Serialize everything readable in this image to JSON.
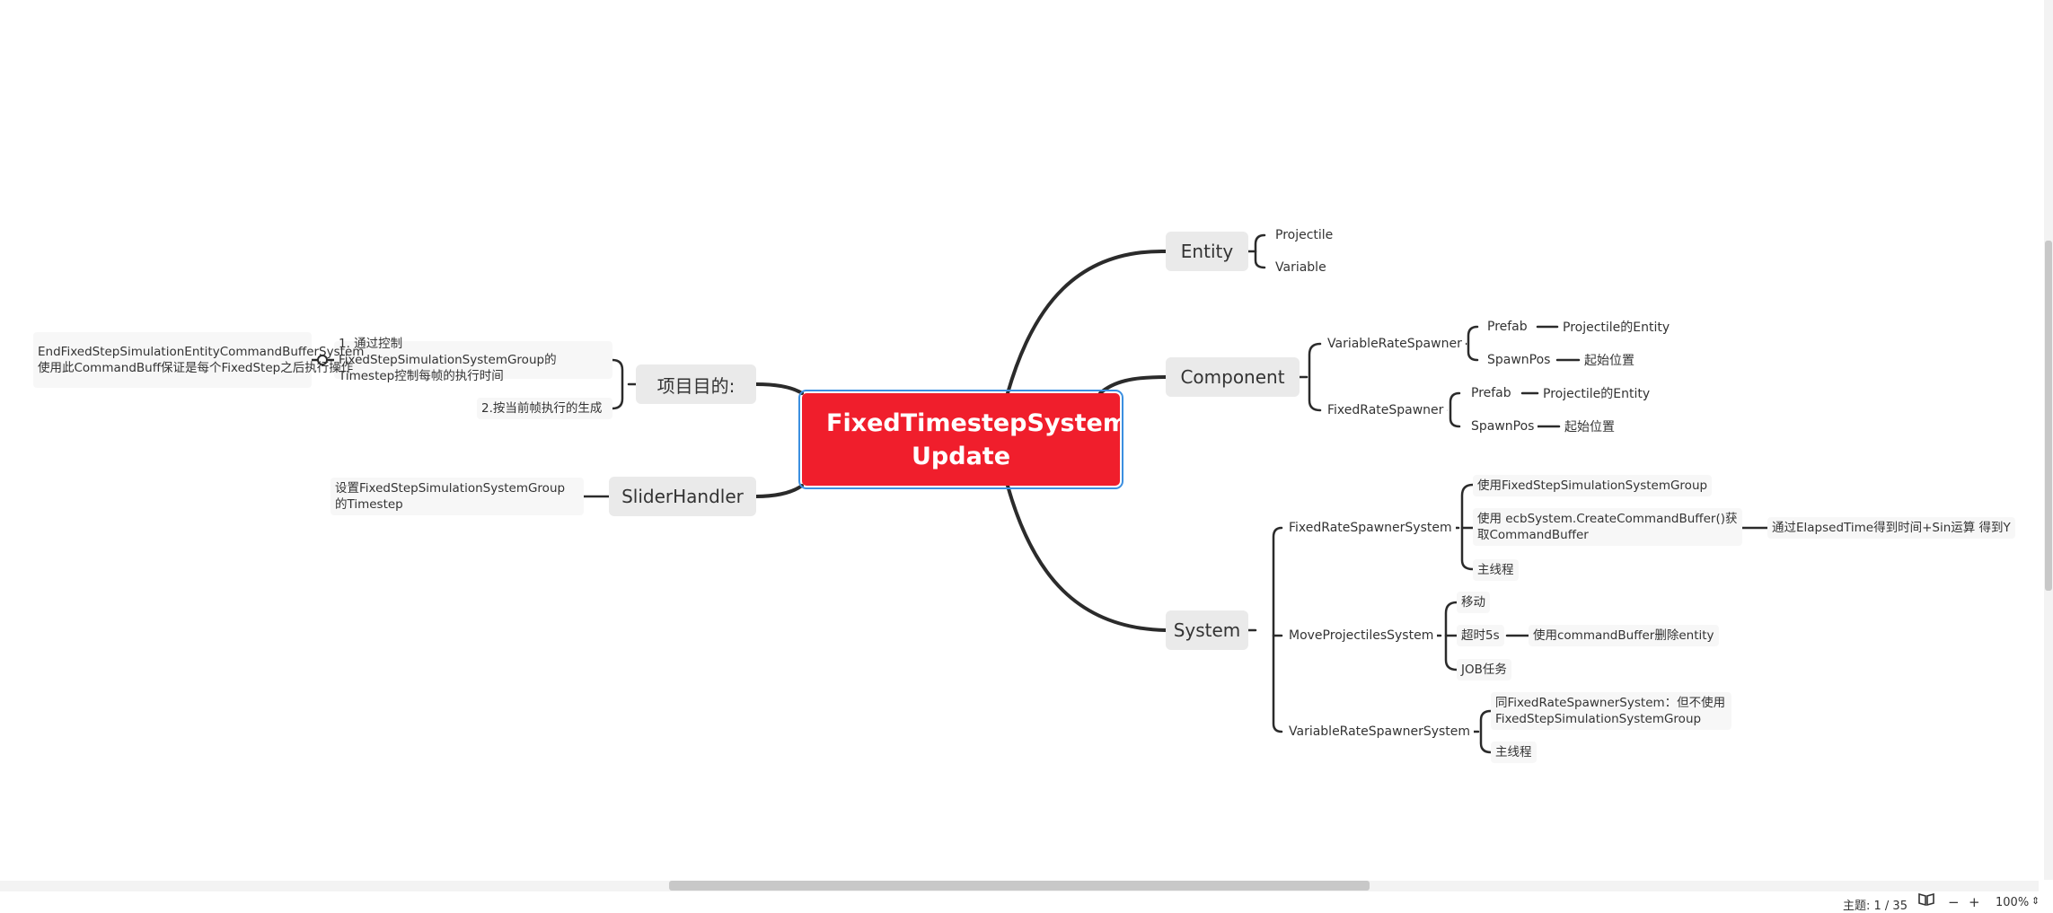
{
  "central": "FixedTimestepSystem Update",
  "left": {
    "purpose": {
      "title": "项目目的:",
      "item1": "1. 通过控制FixedStepSimulationSystemGroup的Timestep控制每帧的执行时间",
      "item1_note": "EndFixedStepSimulationEntityCommandBufferSystem 使用此CommandBuff保证是每个FixedStep之后执行操作",
      "item2": "2.按当前帧执行的生成"
    },
    "slider": {
      "title": "SliderHandler",
      "item1": "设置FixedStepSimulationSystemGroup 的Timestep"
    }
  },
  "right": {
    "entity": {
      "title": "Entity",
      "items": [
        "Projectile",
        "Variable"
      ]
    },
    "component": {
      "title": "Component",
      "variable": {
        "label": "VariableRateSpawner",
        "prefab": "Prefab",
        "prefab_value": "Projectile的Entity",
        "spawnpos": "SpawnPos",
        "spawnpos_value": "起始位置"
      },
      "fixed": {
        "label": "FixedRateSpawner",
        "prefab": "Prefab",
        "prefab_value": "Projectile的Entity",
        "spawnpos": "SpawnPos",
        "spawnpos_value": "起始位置"
      }
    },
    "system": {
      "title": "System",
      "fixed": {
        "label": "FixedRateSpawnerSystem",
        "a": "使用FixedStepSimulationSystemGroup",
        "b": "使用 ecbSystem.CreateCommandBuffer()获取CommandBuffer",
        "b_note": "通过ElapsedTime得到时间+Sin运算 得到Y",
        "c": "主线程"
      },
      "move": {
        "label": "MoveProjectilesSystem",
        "a": "移动",
        "b": "超时5s",
        "b_note": "使用commandBuffer删除entity",
        "c": "JOB任务"
      },
      "variable": {
        "label": "VariableRateSpawnerSystem",
        "a": "同FixedRateSpawnerSystem：但不使用FixedStepSimulationSystemGroup",
        "b": "主线程"
      }
    }
  },
  "status": {
    "topic_label": "主题: 1 / 35",
    "zoom": "100%"
  }
}
